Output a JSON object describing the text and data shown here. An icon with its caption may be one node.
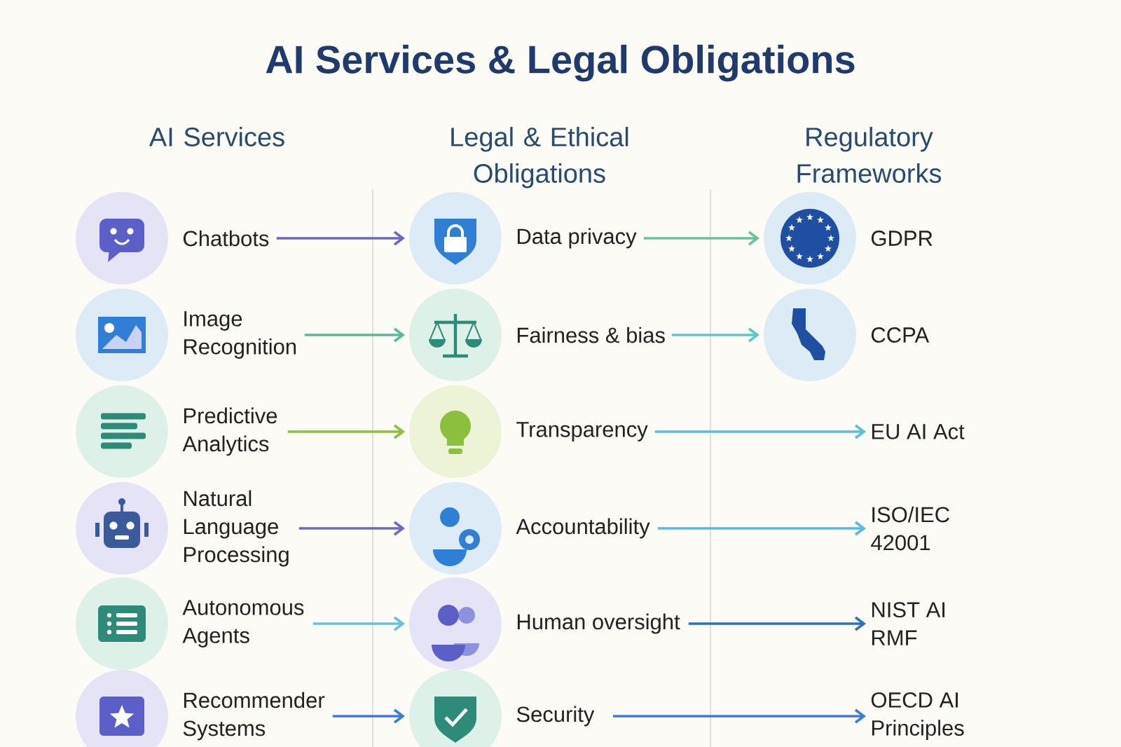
{
  "diagram": {
    "title": "AI Services & Legal Obligations",
    "nodes": [
      {
        "text": [
          "Chatbots"
        ]
      },
      {
        "text": [
          "Image Recognition"
        ]
      },
      {
        "text": [
          "Predictive Analytics"
        ]
      },
      {
        "text": [
          "Natural Language Processing"
        ]
      },
      {
        "text": [
          "Autonomous Agents"
        ]
      },
      {
        "text": [
          "Recommender Systems"
        ]
      },
      {
        "text": [
          "Data privacy"
        ]
      },
      {
        "text": [
          "Fairness & bias"
        ]
      },
      {
        "text": [
          "Transparency"
        ]
      },
      {
        "text": [
          "Accountability"
        ]
      },
      {
        "text": [
          "Human oversight"
        ]
      },
      {
        "text": [
          "Security"
        ]
      },
      {
        "text": [
          "GDPR"
        ]
      },
      {
        "text": [
          "CCPA"
        ]
      },
      {
        "text": [
          "EU AI Act"
        ]
      },
      {
        "text": [
          "ISO/IEC 42001"
        ]
      },
      {
        "text": [
          "NIST AI RMF"
        ]
      },
      {
        "text": [
          "OECD AI Principles"
        ]
      }
    ],
    "edges": [
      {
        "from": 0,
        "to": 6,
        "arrow": "to",
        "color": "#6a6ac0"
      },
      {
        "from": 1,
        "to": 7,
        "arrow": "to",
        "color": "#5bb89a"
      },
      {
        "from": 2,
        "to": 8,
        "arrow": "to",
        "color": "#8dbf3f"
      },
      {
        "from": 3,
        "to": 9,
        "arrow": "to",
        "color": "#6a6ac0"
      },
      {
        "from": 4,
        "to": 10,
        "arrow": "to",
        "color": "#6cc0d8"
      },
      {
        "from": 5,
        "to": 11,
        "arrow": "to",
        "color": "#3a7fd0"
      },
      {
        "from": 6,
        "to": 12,
        "arrow": "to",
        "color": "#6fbf9a"
      },
      {
        "from": 7,
        "to": 13,
        "arrow": "to",
        "color": "#5ec8c8"
      },
      {
        "from": 8,
        "to": 14,
        "arrow": "to",
        "color": "#5bbfd8"
      },
      {
        "from": 9,
        "to": 15,
        "arrow": "to",
        "color": "#5ab8e8"
      },
      {
        "from": 10,
        "to": 16,
        "arrow": "to",
        "color": "#2f6fb8"
      },
      {
        "from": 11,
        "to": 17,
        "arrow": "to",
        "color": "#3a7fd0"
      }
    ],
    "labels": [
      "AI Services",
      "Legal & Ethical Obligations",
      "Regulatory Frameworks"
    ]
  }
}
